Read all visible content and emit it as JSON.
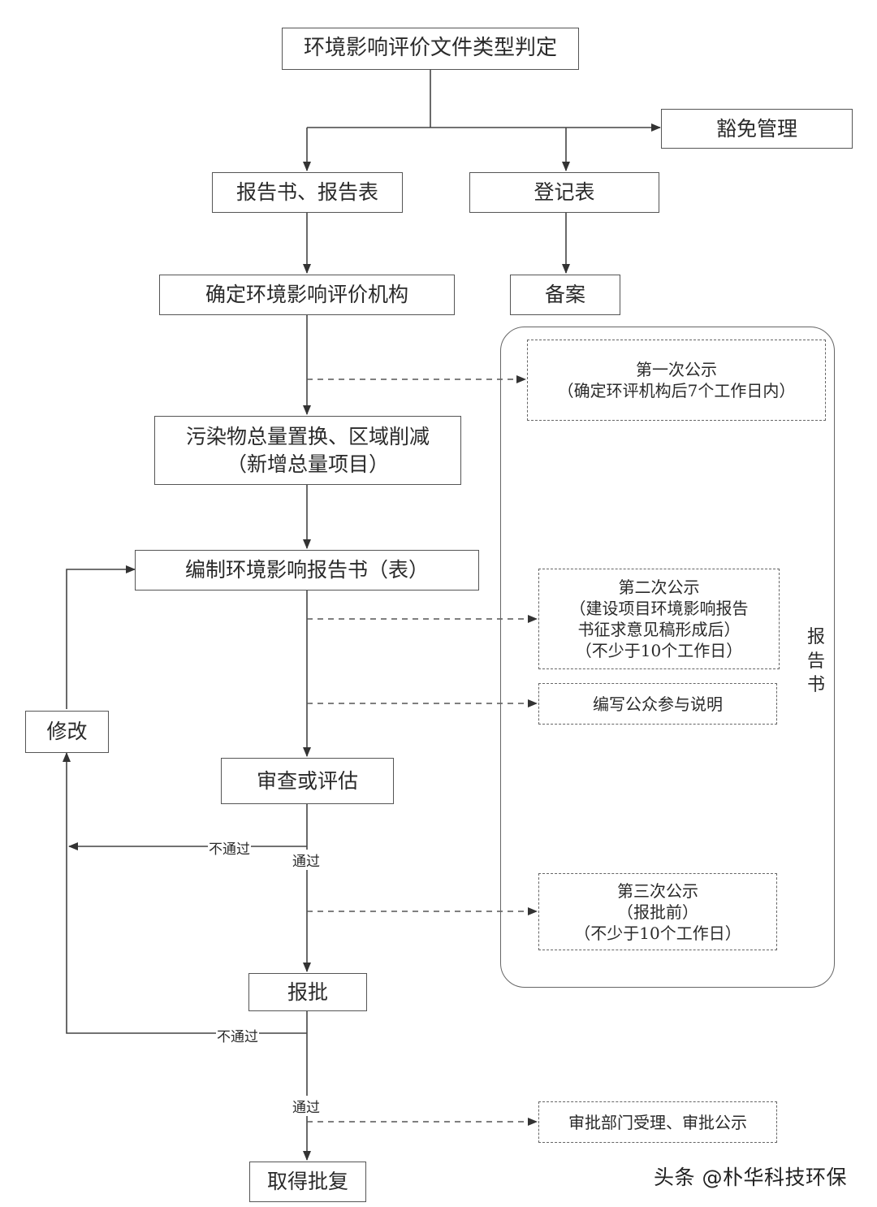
{
  "nodes": {
    "type_decision": "环境影响评价文件类型判定",
    "exemption": "豁免管理",
    "report": "报告书、报告表",
    "registration": "登记表",
    "filing": "备案",
    "select_agency": "确定环境影响评价机构",
    "pollutant_line1": "污染物总量置换、区域削减",
    "pollutant_line2": "（新增总量项目）",
    "compile": "编制环境影响报告书（表）",
    "revise": "修改",
    "review": "审查或评估",
    "submit": "报批",
    "approval": "取得批复"
  },
  "notices": {
    "first_title": "第一次公示",
    "first_detail": "（确定环评机构后7个工作日内）",
    "second_title": "第二次公示",
    "second_line2": "（建设项目环境影响报告",
    "second_line3": "书征求意见稿形成后）",
    "second_line4": "（不少于10个工作日）",
    "participation": "编写公众参与说明",
    "third_title": "第三次公示",
    "third_line2": "（报批前）",
    "third_line3": "（不少于10个工作日）",
    "accept_publicize": "审批部门受理、审批公示"
  },
  "group_label": [
    "报",
    "告",
    "书"
  ],
  "edges": {
    "fail_1": "不通过",
    "pass_1": "通过",
    "fail_2": "不通过",
    "pass_2": "通过"
  },
  "watermark": "头条 @朴华科技环保"
}
